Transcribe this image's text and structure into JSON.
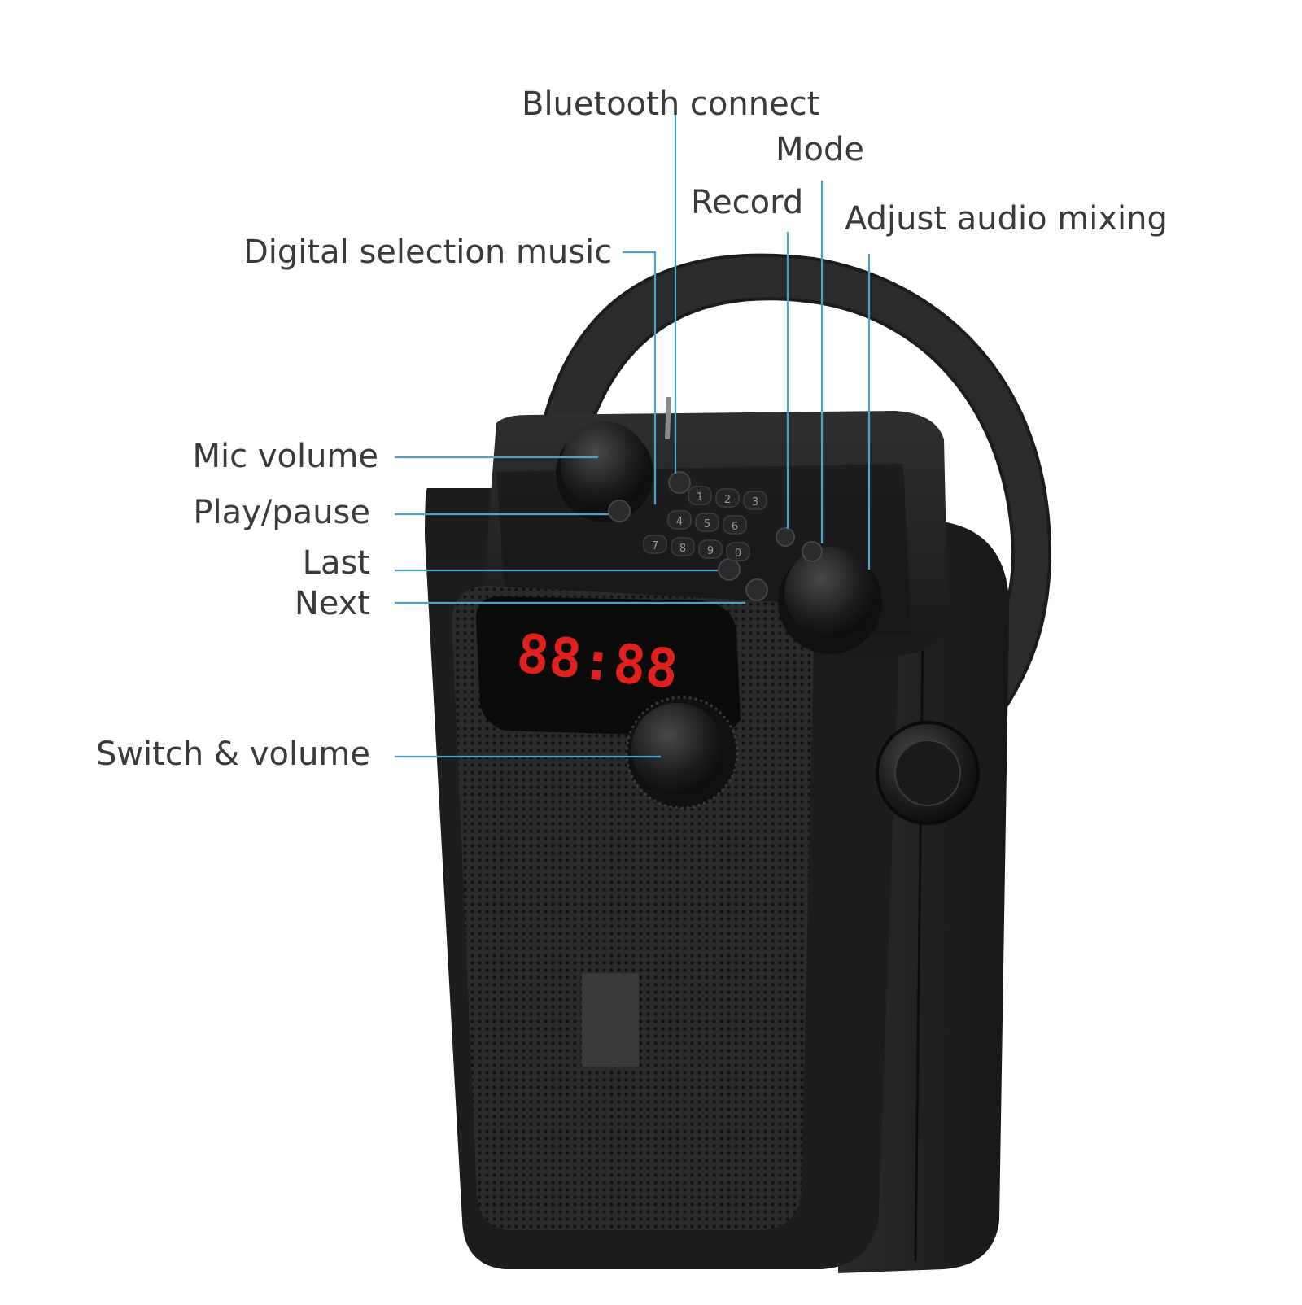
{
  "colors": {
    "leader_line": "#4aa3c8",
    "label_text": "#3a3a3a",
    "device_body": "#1d1d1f",
    "display_digits": "#e0201c"
  },
  "display": {
    "digits": "88:88"
  },
  "keypad": {
    "keys": [
      "1",
      "2",
      "3",
      "4",
      "5",
      "6",
      "7",
      "8",
      "9",
      "0"
    ]
  },
  "callouts": {
    "bluetooth_connect": "Bluetooth connect",
    "mode": "Mode",
    "record": "Record",
    "adjust_audio_mixing": "Adjust audio mixing",
    "digital_selection_music": "Digital selection music",
    "mic_volume": "Mic volume",
    "play_pause": "Play/pause",
    "last": "Last",
    "next": "Next",
    "switch_volume": "Switch & volume"
  }
}
